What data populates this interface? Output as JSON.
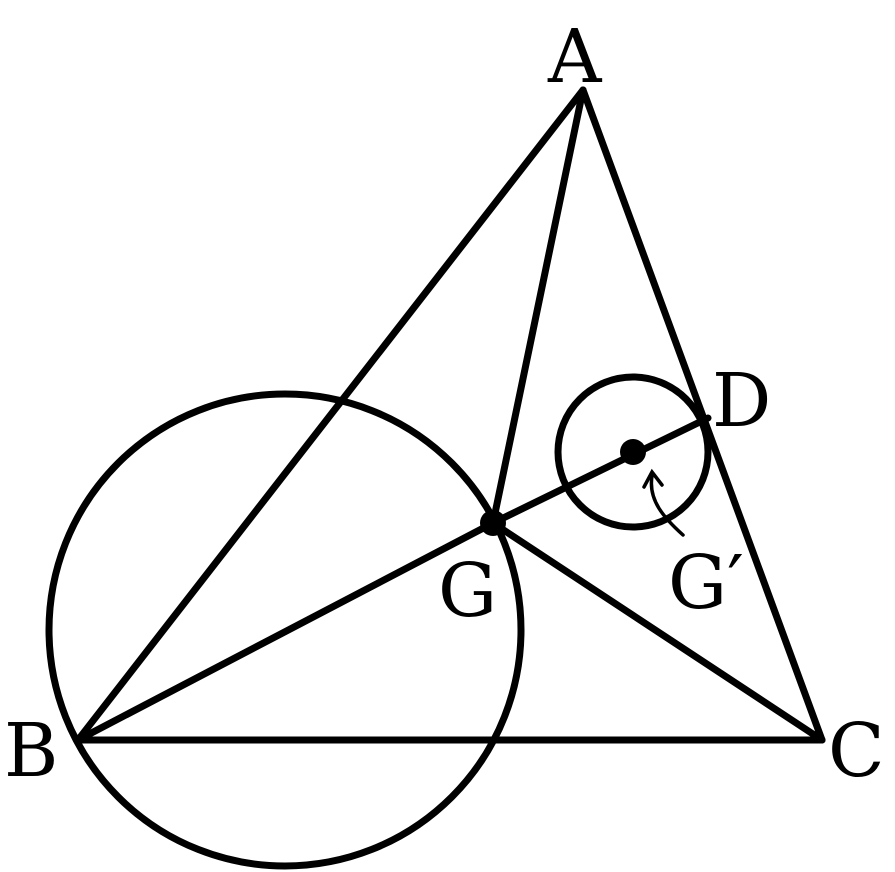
{
  "points": {
    "A": "A",
    "B": "B",
    "C": "C",
    "D": "D",
    "G": "G",
    "G_prime": "G′"
  },
  "colors": {
    "stroke": "#000000",
    "background": "#ffffff"
  }
}
